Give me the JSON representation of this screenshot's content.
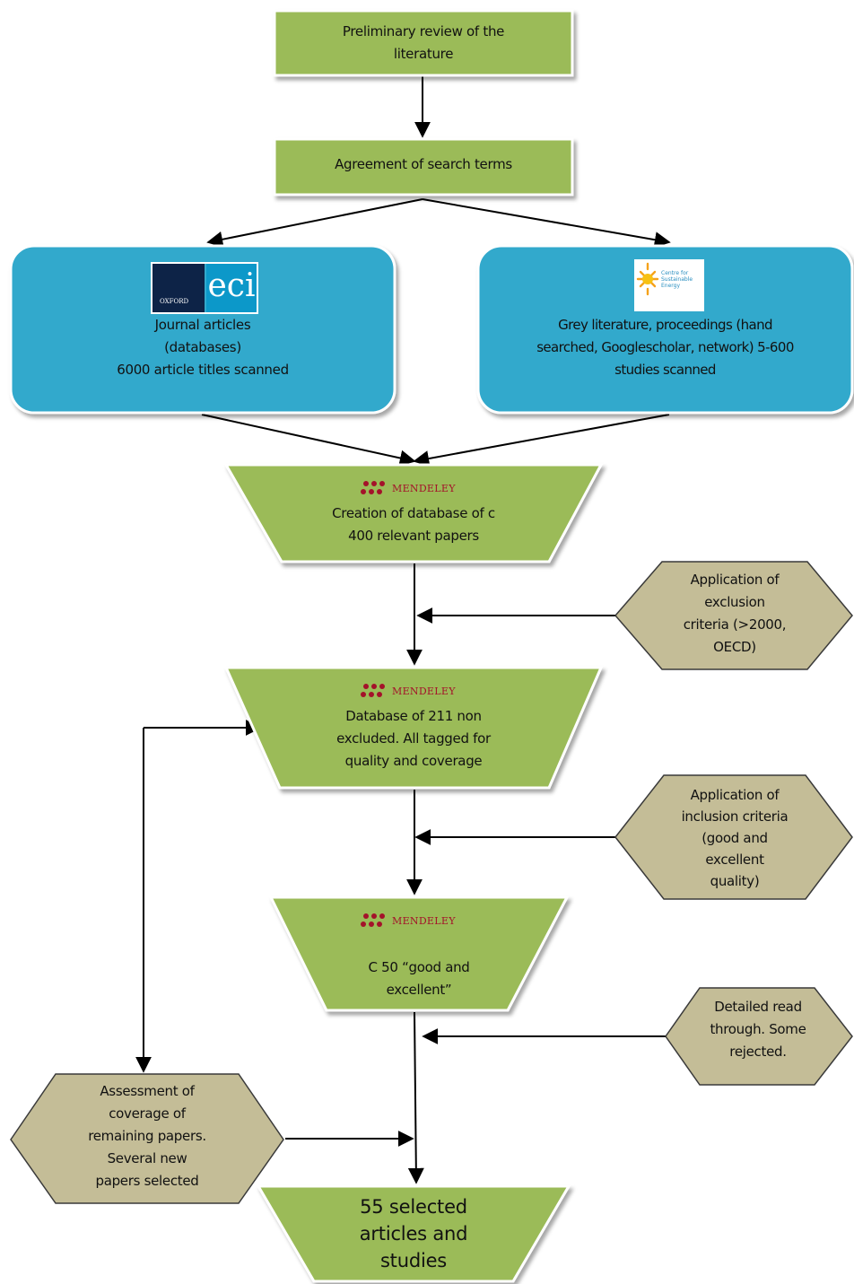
{
  "colors": {
    "green_fill": "#9bbb59",
    "blue_fill": "#30a9cc",
    "khaki_fill": "#c4bd97",
    "arrow": "#000000",
    "mendeley_red": "#a4122a"
  },
  "nodes": {
    "preliminary_review": [
      "Preliminary review of the",
      "literature"
    ],
    "search_terms": [
      "Agreement of search terms"
    ],
    "journal_articles": [
      "Journal articles",
      "(databases)",
      "6000 article titles scanned"
    ],
    "grey_literature": [
      "Grey literature, proceedings (hand",
      "searched, Googlescholar, network) 5-600",
      "studies scanned"
    ],
    "database_creation": [
      "Creation of database of c",
      "400 relevant papers"
    ],
    "exclusion_criteria": [
      "Application of",
      "exclusion",
      "criteria (>2000,",
      "OECD)"
    ],
    "database_211": [
      "Database of 211 non",
      "excluded. All tagged for",
      "quality and coverage"
    ],
    "inclusion_criteria": [
      "Application of",
      "inclusion criteria",
      "(good and",
      "excellent",
      "quality)"
    ],
    "c50": [
      "C 50 “good and",
      "excellent”"
    ],
    "detailed_read": [
      "Detailed read",
      "through. Some",
      "rejected."
    ],
    "coverage_assessment": [
      "Assessment of",
      "coverage of",
      "remaining papers.",
      "Several new",
      "papers selected"
    ],
    "selected": [
      "55 selected",
      "articles and",
      "studies"
    ]
  },
  "logos": {
    "mendeley": "MENDELEY",
    "eci": "eci",
    "oxford": "OXFORD",
    "cse": [
      "Centre for",
      "Sustainable",
      "Energy"
    ]
  },
  "icons": {
    "mendeley": "mendeley-logo-icon",
    "oxford": "oxford-eci-logo-icon",
    "cse": "cse-sun-logo-icon"
  }
}
